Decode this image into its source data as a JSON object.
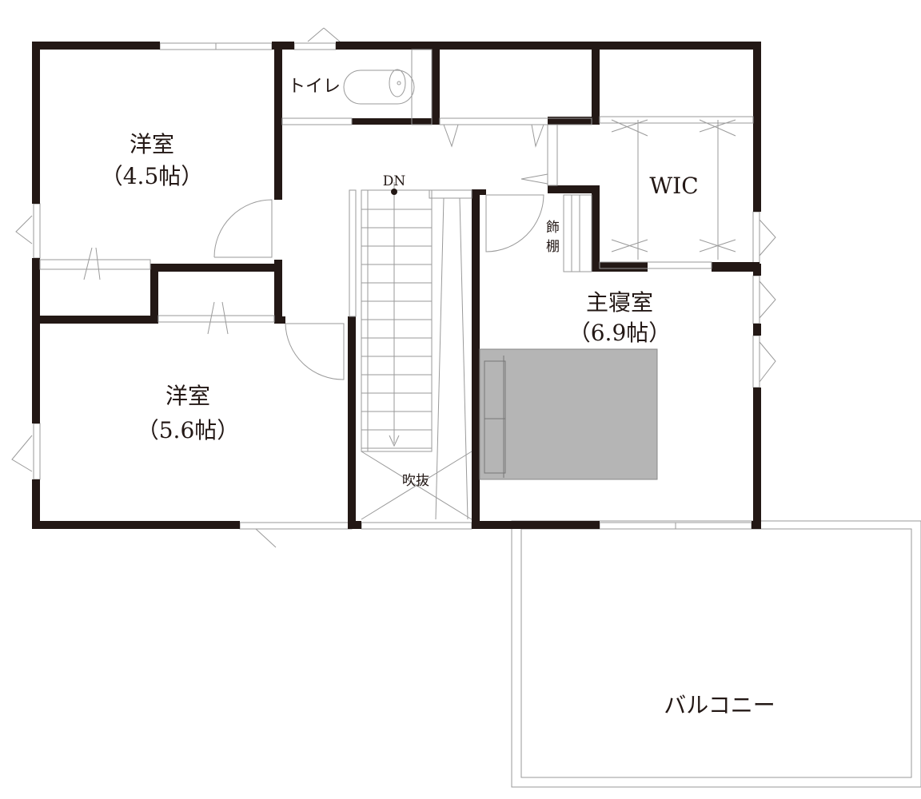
{
  "plan": {
    "rooms": {
      "room_a_name": "洋室",
      "room_a_size": "（4.5帖）",
      "room_b_name": "洋室",
      "room_b_size": "（5.6帖）",
      "master_name": "主寝室",
      "master_size": "（6.9帖）",
      "toilet": "トイレ",
      "wic": "WIC",
      "shelf_1": "飾",
      "shelf_2": "棚",
      "stair_dn": "DN",
      "void": "吹抜",
      "balcony": "バルコニー"
    },
    "colors": {
      "wall": "#231815",
      "bed": "#b5b5b5"
    }
  }
}
